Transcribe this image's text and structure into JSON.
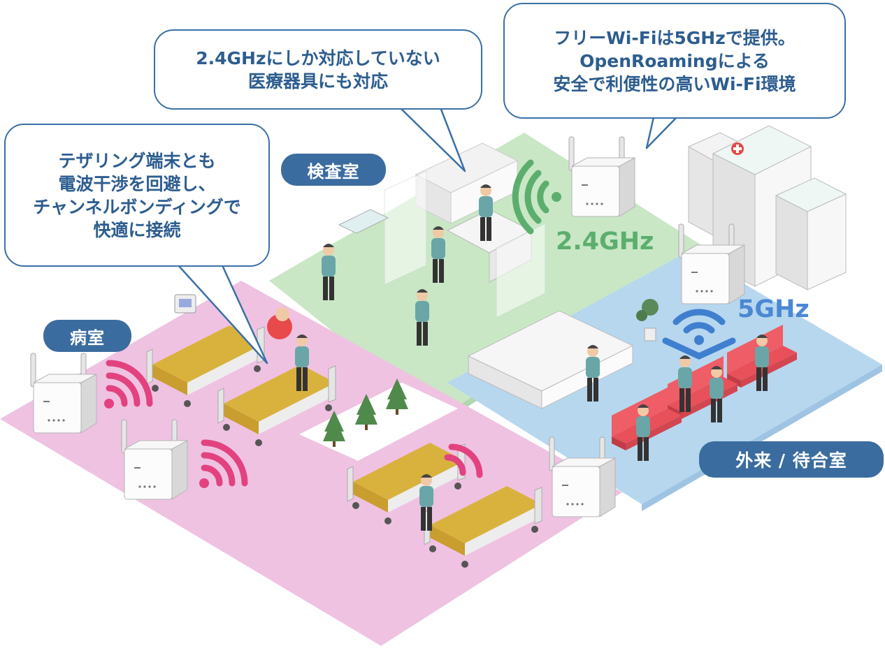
{
  "bubbles": {
    "left": {
      "lines": [
        "テザリング端末とも",
        "電波干渉を回避し、",
        "チャンネルボンディングで",
        "快適に接続"
      ]
    },
    "middle": {
      "lines": [
        "2.4GHzにしか対応していない",
        "医療器具にも対応"
      ]
    },
    "right": {
      "lines": [
        "フリーWi-Fiは5GHzで提供。",
        "OpenRoamingによる",
        "安全で利便性の高いWi-Fi環境"
      ]
    }
  },
  "rooms": {
    "exam": "検査室",
    "ward": "病室",
    "waiting": "外来 / 待合室"
  },
  "bands": {
    "band_24": "2.4GHz",
    "band_5": "5GHz"
  },
  "colors": {
    "bubble_border": "#3b70a5",
    "bubble_text": "#2d5d8f",
    "label_bg": "#3b6c9f",
    "ward_floor": "#efc2e2",
    "exam_floor": "#c9e7c5",
    "waiting_floor": "#b7d7ef",
    "signal_green": "#5cae6e",
    "signal_pink": "#e2427f",
    "signal_blue": "#3f7fcf",
    "band_24_color": "#5cae6e",
    "band_5_color": "#4b88d4"
  },
  "icons": [
    "access-point-icon",
    "wifi-signal-icon",
    "hospital-building-icon",
    "hospital-bed-icon",
    "person-icon",
    "tree-icon",
    "plant-icon",
    "bench-icon",
    "desk-icon",
    "cabinet-icon",
    "curtain-icon"
  ]
}
